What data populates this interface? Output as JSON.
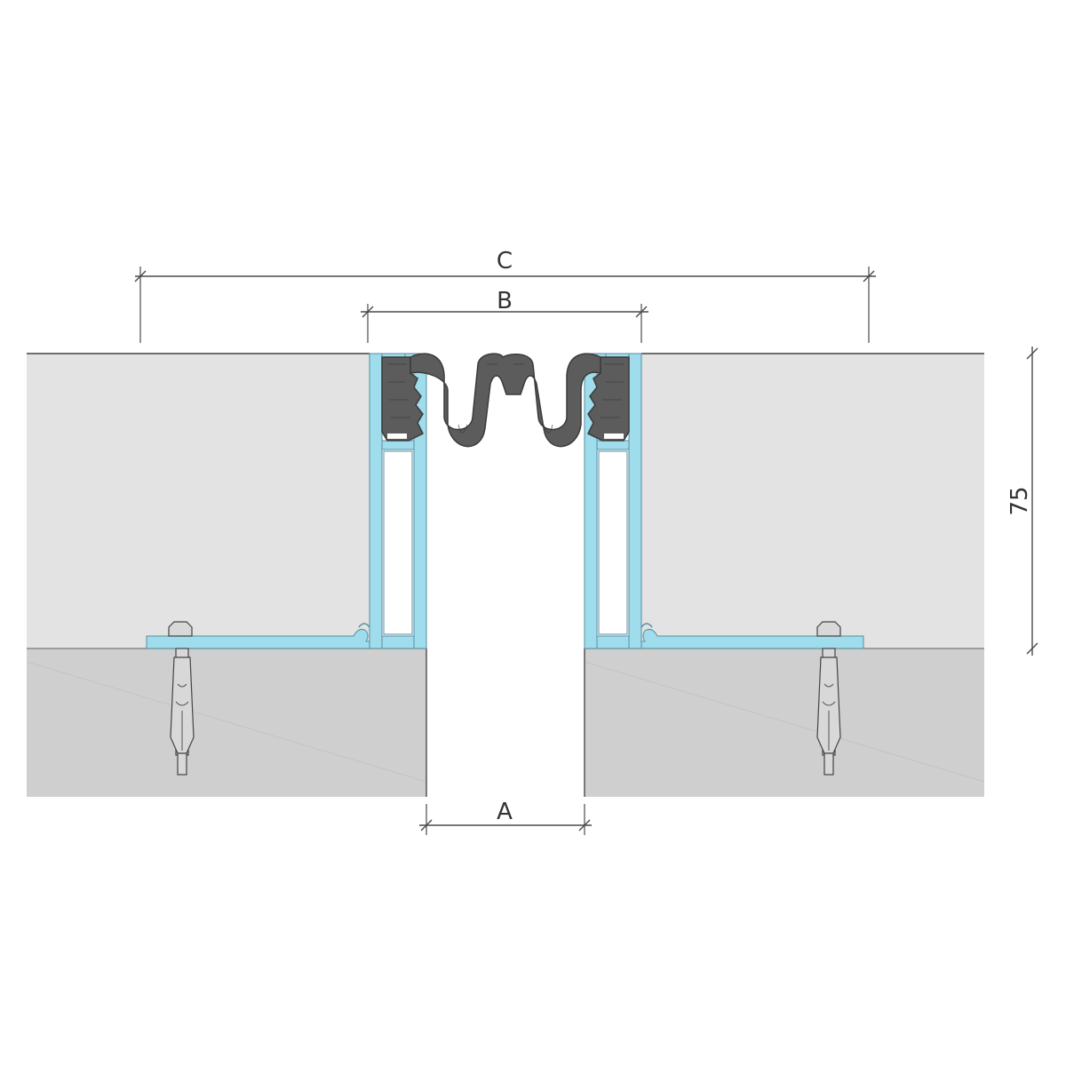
{
  "dimensions": {
    "a_label": "A",
    "b_label": "B",
    "c_label": "C",
    "height_label": "75"
  },
  "colors": {
    "screed": "#e3e3e3",
    "substrate": "#cfcfcf",
    "profile": "#9fdcec",
    "profile_edge": "#5a8ea0",
    "seal": "#5c5c5c",
    "seal_dark": "#3b3b3b",
    "anchor": "#d8d8d8",
    "edge_line": "#444444"
  }
}
